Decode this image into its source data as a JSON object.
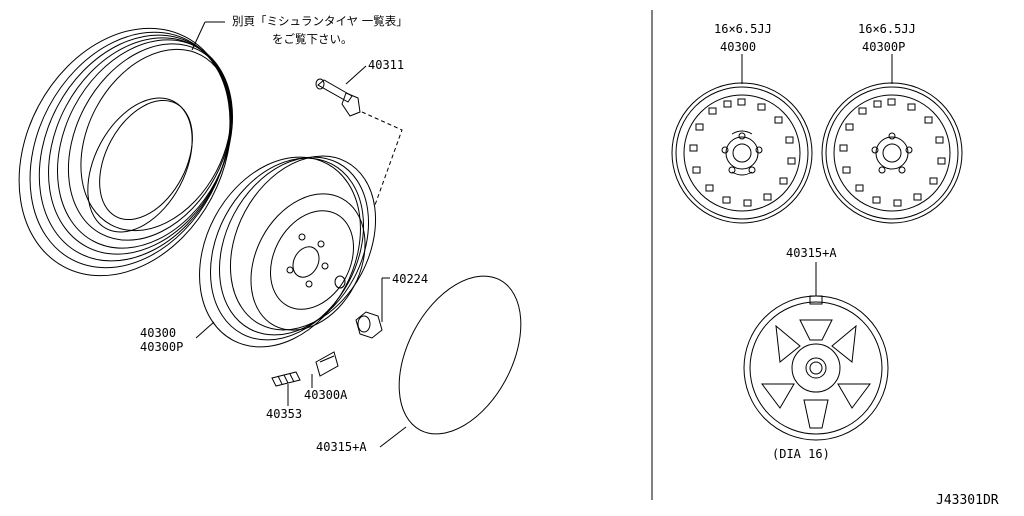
{
  "note": {
    "line1": "別頁「ミシュランタイヤ 一覧表」",
    "line2": "をご覧下さい。"
  },
  "parts": {
    "valve": "40311",
    "nut": "40224",
    "wheel": "40300",
    "wheel_alt": "40300P",
    "balance_weight_a": "40300A",
    "balance_weight": "40353",
    "cover_left": "40315+A"
  },
  "variants": {
    "left_size": "16×6.5JJ",
    "left_part": "40300",
    "right_size": "16×6.5JJ",
    "right_part": "40300P",
    "cover_part": "40315+A",
    "cover_note": "(DIA 16)"
  },
  "diagram_id": "J43301DR"
}
